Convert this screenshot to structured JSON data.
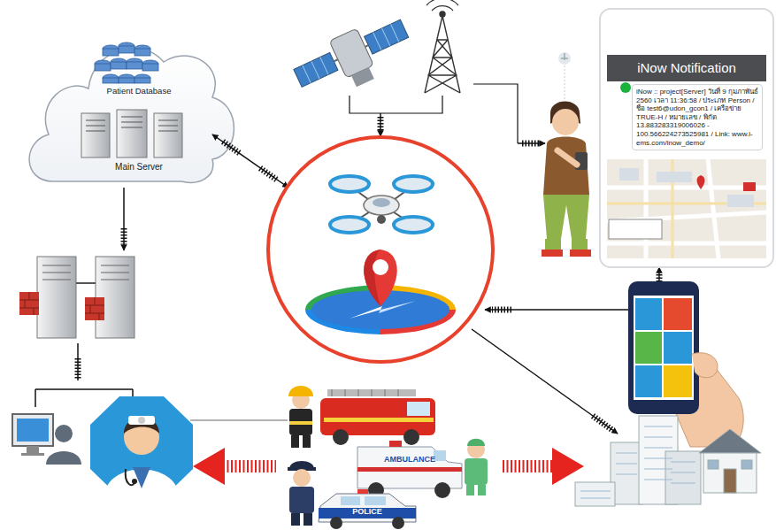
{
  "diagram": {
    "nodes": [
      {
        "text": [
          "Patient Database",
          "Main Server"
        ]
      },
      {
        "text": [
          "iNow Notification",
          "iNow :: project[Server] วันที่ 9 กุมภาพันธ์ 2560 เวลา 11:36:58 / ประเภท Person / ชื่อ test6@udon_gcon1 / เครือข่าย TRUE-H / หมายเลข / พิกัด 13.883283319006026 - 100.566224273525981 / Link: www.i-ems.com/inow_demo/"
        ]
      }
    ],
    "labels": [
      "AMBULANCE",
      "POLICE"
    ]
  }
}
